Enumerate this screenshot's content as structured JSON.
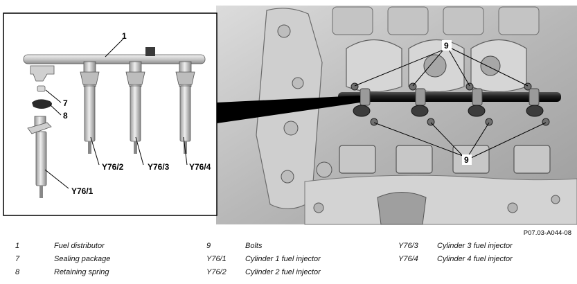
{
  "figure": {
    "reference": "P07.03-A044-08",
    "callouts": {
      "fuel_distributor": "1",
      "sealing_package": "7",
      "retaining_spring": "8",
      "bolts_upper": "9",
      "bolts_lower": "9",
      "injector_1": "Y76/1",
      "injector_2": "Y76/2",
      "injector_3": "Y76/3",
      "injector_4": "Y76/4"
    }
  },
  "legend": [
    {
      "code": "1",
      "text": "Fuel distributor"
    },
    {
      "code": "7",
      "text": "Sealing package"
    },
    {
      "code": "8",
      "text": "Retaining spring"
    },
    {
      "code": "9",
      "text": "Bolts"
    },
    {
      "code": "Y76/1",
      "text": "Cylinder 1 fuel injector"
    },
    {
      "code": "Y76/2",
      "text": "Cylinder 2 fuel injector"
    },
    {
      "code": "Y76/3",
      "text": "Cylinder 3 fuel injector"
    },
    {
      "code": "Y76/4",
      "text": "Cylinder 4 fuel injector"
    }
  ]
}
